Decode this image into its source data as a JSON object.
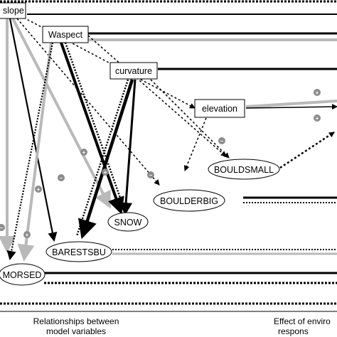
{
  "nodes": {
    "slope": "slope",
    "waspect": "Waspect",
    "curvature": "curvature",
    "elevation": "elevation",
    "bouldsmall": "BOULDSMALL",
    "boulderbig": "BOULDERBIG",
    "snow": "SNOW",
    "barestsbu": "BARESTSBU",
    "morsed": "MORSED"
  },
  "signs": {
    "plus": "+",
    "minus": "–"
  },
  "captions": {
    "left_line1": "Relationships between",
    "left_line2": "model variables",
    "right_line1": "Effect of enviro",
    "right_line2": "respons"
  },
  "colors": {
    "black": "#000000",
    "grey": "#b9b9b9",
    "sign_badge": "#8c8c8c"
  }
}
